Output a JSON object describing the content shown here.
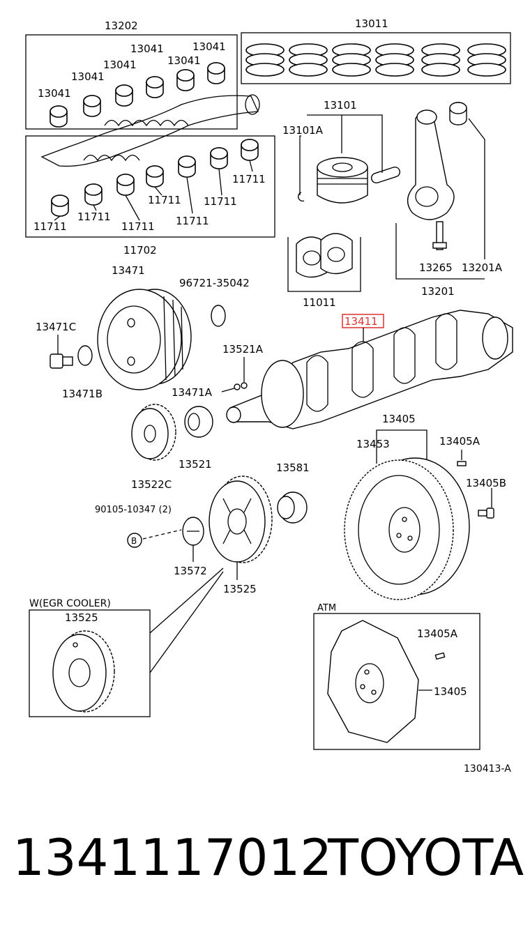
{
  "diagram_code": "130413-A",
  "highlight_color": "#e03030",
  "labels": {
    "l13202": "13202",
    "l13011": "13011",
    "l13041a": "13041",
    "l13041b": "13041",
    "l13041c": "13041",
    "l13041d": "13041",
    "l13041e": "13041",
    "l13041f": "13041",
    "l13101": "13101",
    "l13101a": "13101A",
    "l11711a": "11711",
    "l11711b": "11711",
    "l11711c": "11711",
    "l11711d": "11711",
    "l11711e": "11711",
    "l11711f": "11711",
    "l11711g": "11711",
    "l11702": "11702",
    "l13265": "13265",
    "l13201a": "13201A",
    "l13201": "13201",
    "l11011": "11011",
    "l13471": "13471",
    "l96721": "96721-35042",
    "l13411": "13411",
    "l13471c": "13471C",
    "l13521a": "13521A",
    "l13471b": "13471B",
    "l13471a": "13471A",
    "l13405top": "13405",
    "l13453": "13453",
    "l13405a_top": "13405A",
    "l13521": "13521",
    "l13581": "13581",
    "l13405b": "13405B",
    "l13522c": "13522C",
    "l90105": "90105-10347 (2)",
    "lB": "B",
    "l13572": "13572",
    "l13525": "13525",
    "lwegr": "W(EGR COOLER)",
    "l13525b": "13525",
    "latm": "ATM",
    "l13405a_atm": "13405A",
    "l13405_atm": "13405"
  },
  "footer": {
    "part_number": "1341117012",
    "brand": "TOYOTA"
  }
}
